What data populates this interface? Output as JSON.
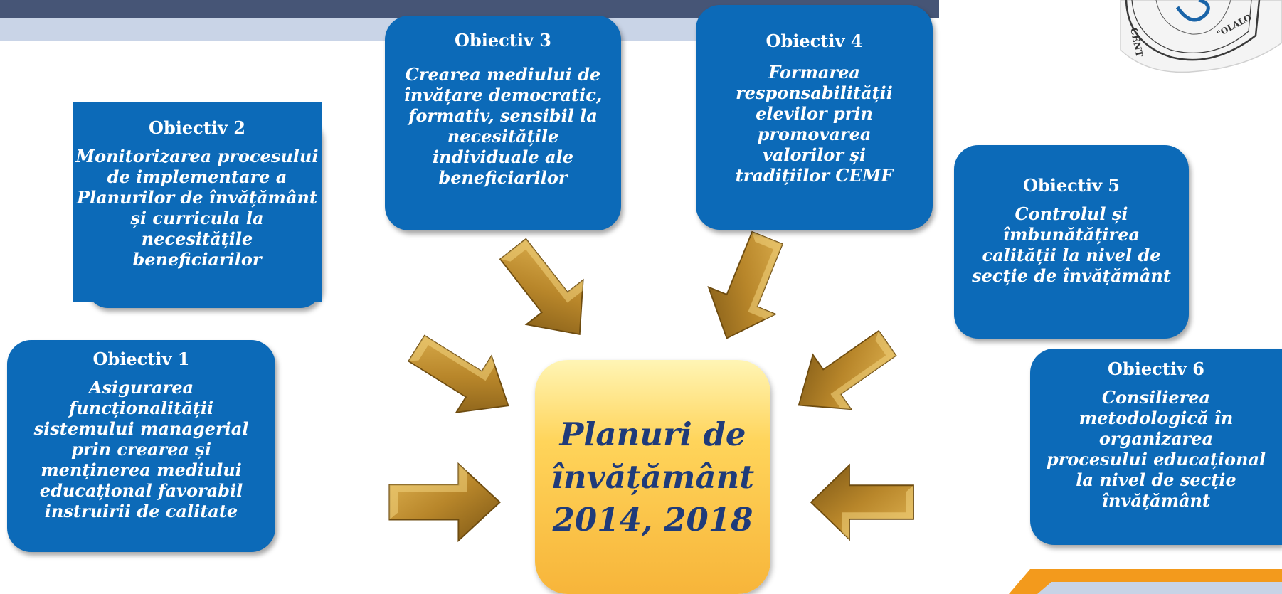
{
  "center": {
    "lines": [
      "Planuri de",
      "învățământ",
      "2014, 2018"
    ]
  },
  "objectives": [
    {
      "title": "Obiectiv 1",
      "lines": [
        "Asigurarea",
        "funcționalității",
        "sistemului managerial",
        "prin crearea și",
        "menținerea mediului",
        "educațional favorabil",
        "instruirii de calitate"
      ]
    },
    {
      "title": "Obiectiv 2",
      "lines": [
        "Monitorizarea procesului",
        "de implementare a",
        "Planurilor de învățământ",
        "și curricula la",
        "necesitățile",
        "beneficiarilor"
      ]
    },
    {
      "title": "Obiectiv 3",
      "lines": [
        "Crearea mediului de",
        "învățare democratic,",
        "formativ, sensibil la",
        "necesitățile",
        "individuale ale",
        "beneficiarilor"
      ]
    },
    {
      "title": "Obiectiv 4",
      "lines": [
        "Formarea",
        "responsabilității",
        "elevilor prin",
        "promovarea",
        "valorilor și",
        "tradițiilor CEMF"
      ]
    },
    {
      "title": "Obiectiv 5",
      "lines": [
        "Controlul și",
        "îmbunătățirea",
        "calității la nivel de",
        "secție de învățământ"
      ]
    },
    {
      "title": "Obiectiv 6",
      "lines": [
        "Consilierea",
        "metodologică în",
        "organizarea",
        "procesului educațional",
        "la nivel de secție",
        "învățământ"
      ]
    }
  ],
  "logo": {
    "text_left": "CENT",
    "text_right": "\"OLALO"
  },
  "colors": {
    "box_blue": "#0c6ab8",
    "arrow_gold": "#b8862a",
    "center_text": "#1f3b7a",
    "top_bar": "#465576",
    "accent_orange": "#f39a1c"
  }
}
